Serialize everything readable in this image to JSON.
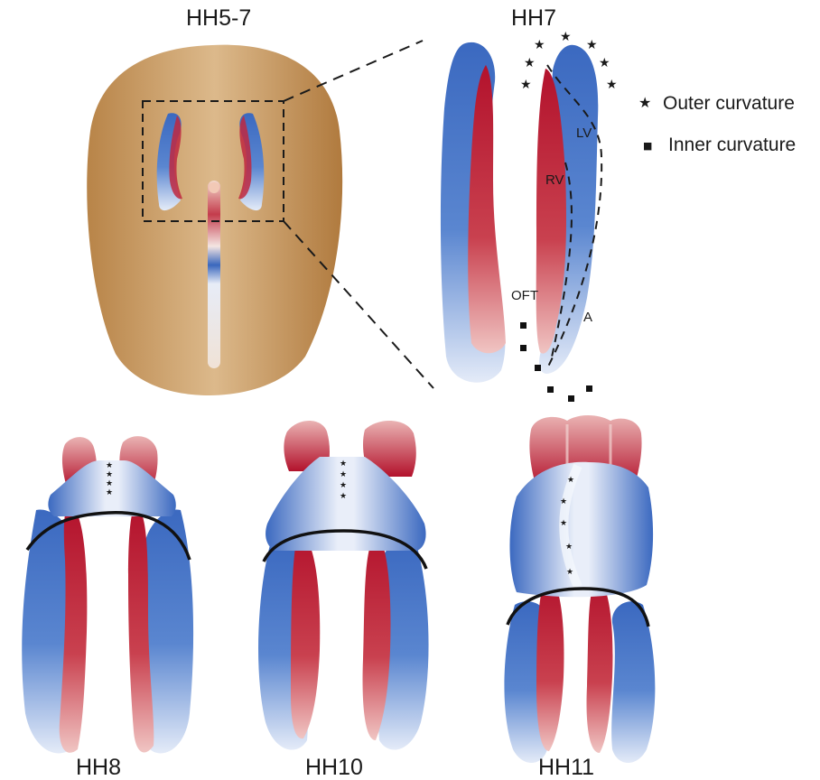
{
  "panels": {
    "hh5_7": {
      "label": "HH5-7"
    },
    "hh7": {
      "label": "HH7",
      "lv": "LV",
      "rv": "RV",
      "oft": "OFT",
      "a": "A"
    },
    "hh8": {
      "label": "HH8"
    },
    "hh10": {
      "label": "HH10"
    },
    "hh11": {
      "label": "HH11"
    }
  },
  "legend": {
    "outer": {
      "symbol": "★",
      "text": "Outer curvature"
    },
    "inner": {
      "symbol": "■",
      "text": "Inner curvature"
    }
  },
  "colors": {
    "blue": "#3d6fc4",
    "red": "#b8142e",
    "embryo": "#c99a62"
  }
}
